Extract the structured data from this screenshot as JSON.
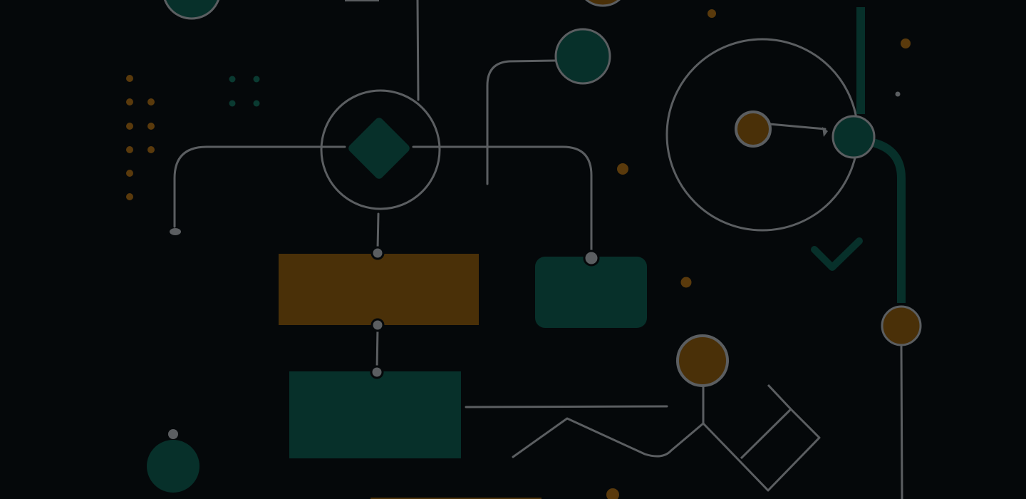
{
  "theme": {
    "background": "#05080a",
    "teal": "#07302a",
    "amber": "#4a3008",
    "line": "#5b5e61",
    "dot_amber": "#5a3a0c",
    "dot_teal": "#0a3a31"
  },
  "illustration": {
    "kind": "decorative flowchart background",
    "shapes": [
      "decision-diamond",
      "process-rectangle-amber",
      "process-rectangle-teal",
      "rounded-card-teal",
      "large-ring",
      "checkmark",
      "cube-outline",
      "connector-nodes",
      "dot-grids"
    ]
  }
}
